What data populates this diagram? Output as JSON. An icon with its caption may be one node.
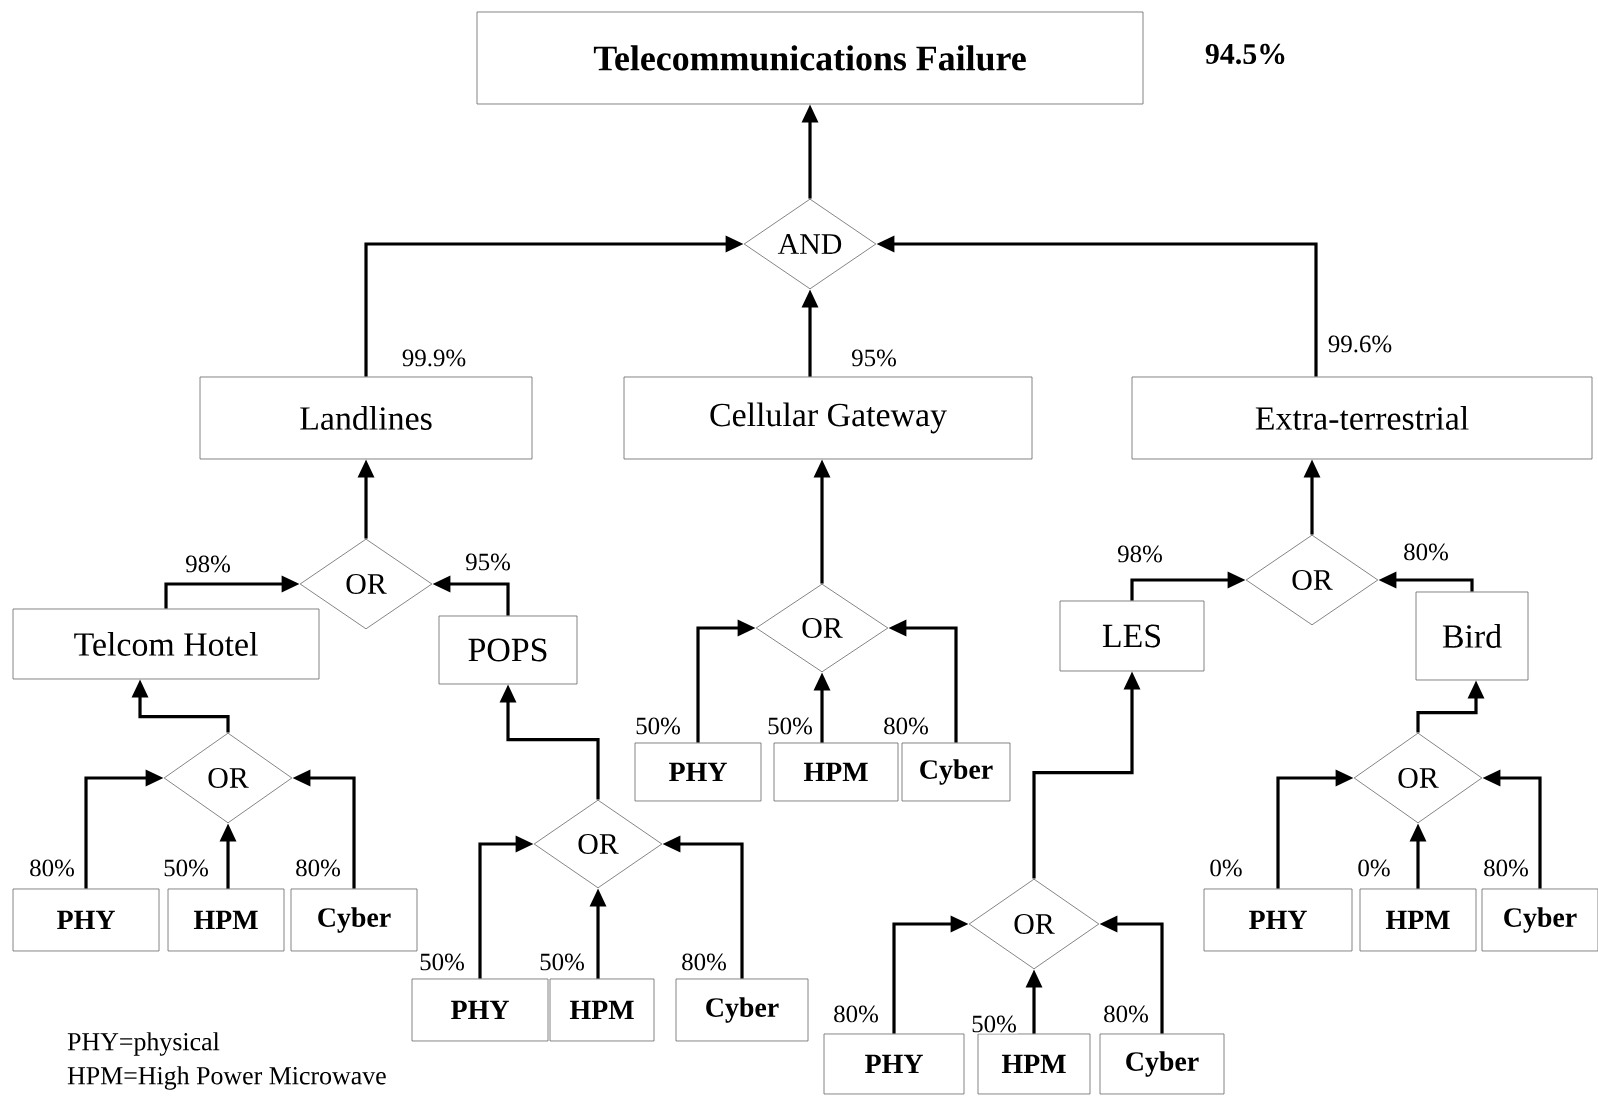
{
  "diagram": {
    "nodes": [
      {
        "text": [
          "Telecommunications Failure"
        ],
        "beside": [
          "94.5%"
        ]
      },
      {
        "text": [
          "AND"
        ]
      },
      {
        "text": [
          "Landlines"
        ]
      },
      {
        "text": [
          "Cellular Gateway"
        ]
      },
      {
        "text": [
          "Extra-terrestrial"
        ]
      },
      {
        "text": [
          "OR"
        ]
      },
      {
        "text": [
          "Telcom Hotel"
        ]
      },
      {
        "text": [
          "POPS"
        ]
      },
      {
        "text": [
          "OR"
        ]
      },
      {
        "text": [
          "PHY"
        ]
      },
      {
        "text": [
          "HPM"
        ]
      },
      {
        "text": [
          "Cyber"
        ]
      },
      {
        "text": [
          "OR"
        ]
      },
      {
        "text": [
          "PHY"
        ]
      },
      {
        "text": [
          "HPM"
        ]
      },
      {
        "text": [
          "Cyber"
        ]
      },
      {
        "text": [
          "OR"
        ]
      },
      {
        "text": [
          "PHY"
        ]
      },
      {
        "text": [
          "HPM"
        ]
      },
      {
        "text": [
          "Cyber"
        ]
      },
      {
        "text": [
          "OR"
        ]
      },
      {
        "text": [
          "LES"
        ]
      },
      {
        "text": [
          "Bird"
        ]
      },
      {
        "text": [
          "OR"
        ]
      },
      {
        "text": [
          "PHY"
        ]
      },
      {
        "text": [
          "HPM"
        ]
      },
      {
        "text": [
          "Cyber"
        ]
      },
      {
        "text": [
          "OR"
        ]
      },
      {
        "text": [
          "PHY"
        ]
      },
      {
        "text": [
          "HPM"
        ]
      },
      {
        "text": [
          "Cyber"
        ]
      }
    ],
    "edges": [
      {
        "from": 1,
        "to": 0,
        "arrow": "to"
      },
      {
        "from": 2,
        "to": 1,
        "arrow": "to",
        "label": "99.9%"
      },
      {
        "from": 3,
        "to": 1,
        "arrow": "to",
        "label": "95%"
      },
      {
        "from": 4,
        "to": 1,
        "arrow": "to",
        "label": "99.6%"
      },
      {
        "from": 5,
        "to": 2,
        "arrow": "to"
      },
      {
        "from": 6,
        "to": 5,
        "arrow": "to",
        "label": "98%"
      },
      {
        "from": 7,
        "to": 5,
        "arrow": "to",
        "label": "95%"
      },
      {
        "from": 8,
        "to": 6,
        "arrow": "to"
      },
      {
        "from": 9,
        "to": 8,
        "arrow": "to",
        "label": "80%"
      },
      {
        "from": 10,
        "to": 8,
        "arrow": "to",
        "label": "50%"
      },
      {
        "from": 11,
        "to": 8,
        "arrow": "to",
        "label": "80%"
      },
      {
        "from": 12,
        "to": 7,
        "arrow": "to"
      },
      {
        "from": 13,
        "to": 12,
        "arrow": "to",
        "label": "50%"
      },
      {
        "from": 14,
        "to": 12,
        "arrow": "to",
        "label": "50%"
      },
      {
        "from": 15,
        "to": 12,
        "arrow": "to",
        "label": "80%"
      },
      {
        "from": 16,
        "to": 3,
        "arrow": "to"
      },
      {
        "from": 17,
        "to": 16,
        "arrow": "to",
        "label": "50%"
      },
      {
        "from": 18,
        "to": 16,
        "arrow": "to",
        "label": "50%"
      },
      {
        "from": 19,
        "to": 16,
        "arrow": "to",
        "label": "80%"
      },
      {
        "from": 20,
        "to": 4,
        "arrow": "to"
      },
      {
        "from": 21,
        "to": 20,
        "arrow": "to",
        "label": "98%"
      },
      {
        "from": 22,
        "to": 20,
        "arrow": "to",
        "label": "80%"
      },
      {
        "from": 23,
        "to": 21,
        "arrow": "to"
      },
      {
        "from": 24,
        "to": 23,
        "arrow": "to",
        "label": "80%"
      },
      {
        "from": 25,
        "to": 23,
        "arrow": "to",
        "label": "50%"
      },
      {
        "from": 26,
        "to": 23,
        "arrow": "to",
        "label": "80%"
      },
      {
        "from": 27,
        "to": 22,
        "arrow": "to"
      },
      {
        "from": 28,
        "to": 27,
        "arrow": "to",
        "label": "0%"
      },
      {
        "from": 29,
        "to": 27,
        "arrow": "to",
        "label": "0%"
      },
      {
        "from": 30,
        "to": 27,
        "arrow": "to",
        "label": "80%"
      }
    ],
    "labels": [
      "PHY=physical",
      "HPM=High Power Microwave"
    ]
  }
}
